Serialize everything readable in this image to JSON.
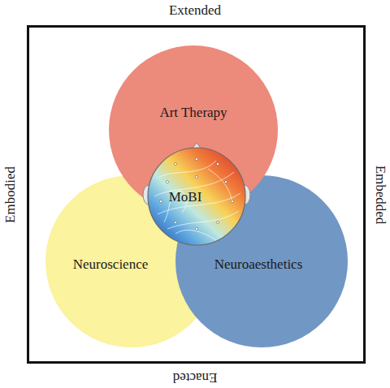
{
  "diagram": {
    "nodes": [
      {
        "text": [
          "Art Therapy"
        ]
      },
      {
        "text": [
          "MoBI"
        ]
      },
      {
        "text": [
          "Neuroscience"
        ]
      },
      {
        "text": [
          "Neuroaesthetics"
        ]
      }
    ],
    "labels": [
      "Extended",
      "Embodied",
      "Embedded",
      "Enacted"
    ]
  }
}
